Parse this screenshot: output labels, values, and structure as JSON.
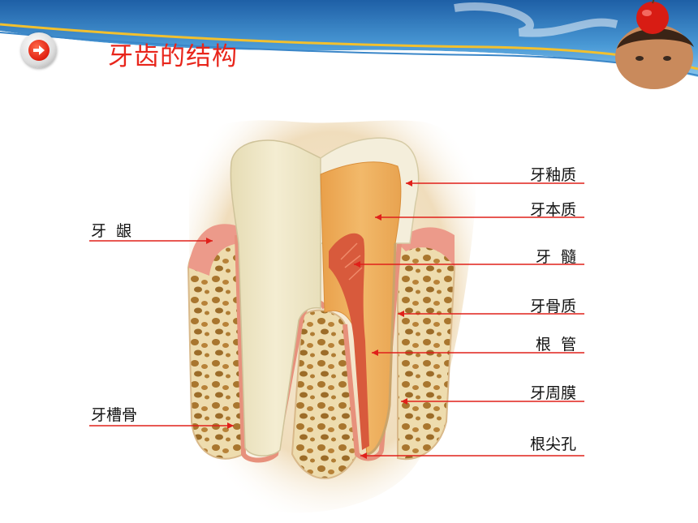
{
  "slide": {
    "title": "牙齿的结构",
    "nav_button_label": "→"
  },
  "diagram": {
    "labels_right": [
      "牙釉质",
      "牙本质",
      "牙  髓",
      "牙骨质",
      "根  管",
      "牙周膜",
      "根尖孔"
    ],
    "labels_left": [
      "牙  龈",
      "牙槽骨"
    ]
  },
  "colors": {
    "title": "#e8251b",
    "pointer_line": "#e0201a",
    "banner_blue": "#2a7fc4",
    "banner_yellow": "#f2c02e"
  }
}
